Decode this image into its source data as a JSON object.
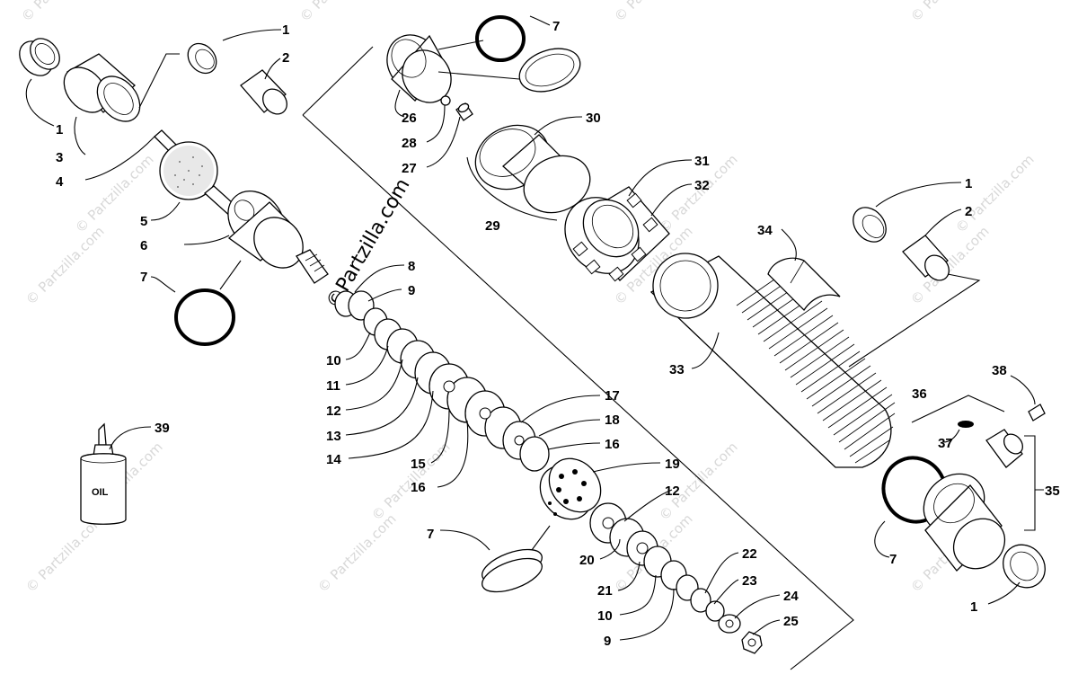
{
  "watermarks": {
    "center": "©Partzilla.com",
    "repeat": "© Partzilla.com"
  },
  "oil_bottle_label": "OIL",
  "callouts": [
    {
      "id": "c1a",
      "text": "1"
    },
    {
      "id": "c2a",
      "text": "2"
    },
    {
      "id": "c1b",
      "text": "1"
    },
    {
      "id": "c3",
      "text": "3"
    },
    {
      "id": "c4",
      "text": "4"
    },
    {
      "id": "c5",
      "text": "5"
    },
    {
      "id": "c6",
      "text": "6"
    },
    {
      "id": "c7a",
      "text": "7"
    },
    {
      "id": "c8",
      "text": "8"
    },
    {
      "id": "c9a",
      "text": "9"
    },
    {
      "id": "c10a",
      "text": "10"
    },
    {
      "id": "c11",
      "text": "11"
    },
    {
      "id": "c12a",
      "text": "12"
    },
    {
      "id": "c13",
      "text": "13"
    },
    {
      "id": "c14",
      "text": "14"
    },
    {
      "id": "c15",
      "text": "15"
    },
    {
      "id": "c16a",
      "text": "16"
    },
    {
      "id": "c17",
      "text": "17"
    },
    {
      "id": "c18",
      "text": "18"
    },
    {
      "id": "c16b",
      "text": "16"
    },
    {
      "id": "c19",
      "text": "19"
    },
    {
      "id": "c12b",
      "text": "12"
    },
    {
      "id": "c7b",
      "text": "7"
    },
    {
      "id": "c20",
      "text": "20"
    },
    {
      "id": "c21",
      "text": "21"
    },
    {
      "id": "c10b",
      "text": "10"
    },
    {
      "id": "c9b",
      "text": "9"
    },
    {
      "id": "c22",
      "text": "22"
    },
    {
      "id": "c23",
      "text": "23"
    },
    {
      "id": "c24",
      "text": "24"
    },
    {
      "id": "c25",
      "text": "25"
    },
    {
      "id": "c7c",
      "text": "7"
    },
    {
      "id": "c26",
      "text": "26"
    },
    {
      "id": "c28",
      "text": "28"
    },
    {
      "id": "c27",
      "text": "27"
    },
    {
      "id": "c30",
      "text": "30"
    },
    {
      "id": "c29",
      "text": "29"
    },
    {
      "id": "c31",
      "text": "31"
    },
    {
      "id": "c32",
      "text": "32"
    },
    {
      "id": "c34",
      "text": "34"
    },
    {
      "id": "c33",
      "text": "33"
    },
    {
      "id": "c1c",
      "text": "1"
    },
    {
      "id": "c2b",
      "text": "2"
    },
    {
      "id": "c38",
      "text": "38"
    },
    {
      "id": "c36",
      "text": "36"
    },
    {
      "id": "c37",
      "text": "37"
    },
    {
      "id": "c35",
      "text": "35"
    },
    {
      "id": "c7d",
      "text": "7"
    },
    {
      "id": "c1d",
      "text": "1"
    },
    {
      "id": "c39",
      "text": "39"
    }
  ]
}
